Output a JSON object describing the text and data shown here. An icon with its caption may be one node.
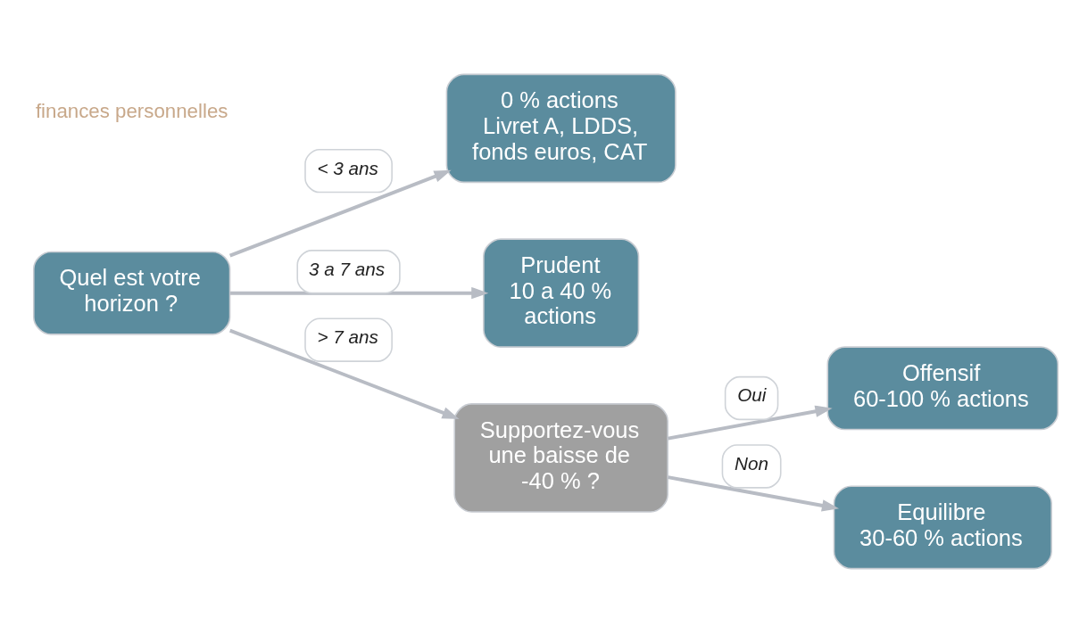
{
  "diagram": {
    "nodes": [
      {
        "text": [
          "Quel est votre horizon ?"
        ]
      },
      {
        "text": [
          "0 % actions",
          "Livret A, LDDS, fonds euros, CAT"
        ]
      },
      {
        "text": [
          "Prudent",
          "10 a 40 % actions"
        ]
      },
      {
        "text": [
          "Supportez-vous une baisse de -40 % ?"
        ]
      },
      {
        "text": [
          "Offensif",
          "60-100 % actions"
        ]
      },
      {
        "text": [
          "Equilibre",
          "30-60 % actions"
        ]
      }
    ],
    "edges": [
      {
        "from": 0,
        "to": 1,
        "arrow": "to",
        "label": "< 3 ans"
      },
      {
        "from": 0,
        "to": 2,
        "arrow": "to",
        "label": "3 a 7 ans"
      },
      {
        "from": 0,
        "to": 3,
        "arrow": "to",
        "label": "> 7 ans"
      },
      {
        "from": 3,
        "to": 4,
        "arrow": "to",
        "label": "Oui"
      },
      {
        "from": 3,
        "to": 5,
        "arrow": "to",
        "label": "Non"
      }
    ],
    "labels": [
      "finances personnelles"
    ]
  }
}
